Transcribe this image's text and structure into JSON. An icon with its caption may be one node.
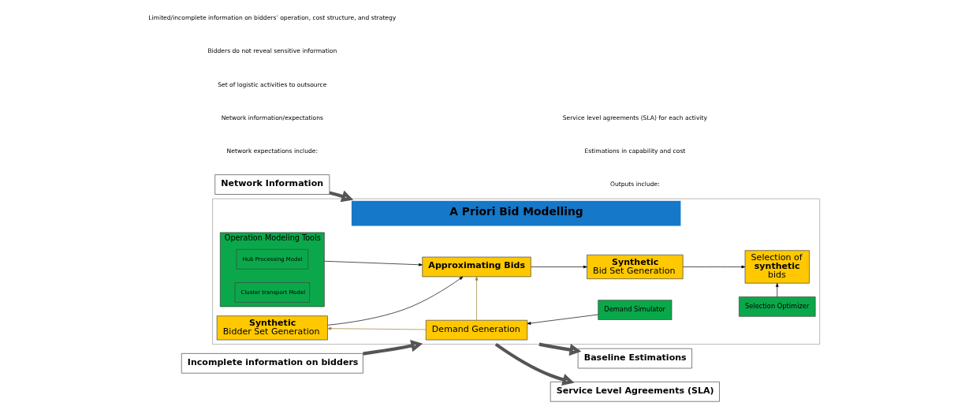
{
  "diagram": {
    "nodes": [
      {
        "text": [
          "Network Information"
        ]
      },
      {
        "text": [
          "Incomplete information on bidders"
        ]
      },
      {
        "text": [
          "A Priori Bid Modelling"
        ]
      },
      {
        "text": [
          "Demand Generation"
        ],
        "in": 2
      },
      {
        "text": [
          "Demand Simulator"
        ],
        "in": 2
      },
      {
        "text": [
          "**Synthetic** Bidder Set Generation"
        ],
        "in": 2
      },
      {
        "text": [
          "Approximating Bids"
        ],
        "in": 2
      },
      {
        "text": [
          "**Synthetic** Bid Set Generation"
        ],
        "in": 2
      },
      {
        "text": [
          "Selection of **synthetic** bids"
        ],
        "in": 2
      },
      {
        "text": [
          "Operation Modeling Tools"
        ],
        "in": 2
      },
      {
        "text": [
          "Hub Processing Model"
        ],
        "in": 9
      },
      {
        "text": [
          "Cluster transport Model"
        ],
        "in": 9
      },
      {
        "text": [
          "Selection Optimizer"
        ],
        "in": 2
      },
      {
        "text": [
          "Baseline Estimations"
        ]
      },
      {
        "text": [
          "Service Level Agreements (SLA)"
        ]
      }
    ],
    "edges": [
      {
        "from": 0,
        "to": 2,
        "arrow": "to",
        "style": "thick"
      },
      {
        "from": 1,
        "to": 2,
        "arrow": "to",
        "style": "thick"
      },
      {
        "from": 4,
        "to": 3,
        "arrow": "to"
      },
      {
        "from": 3,
        "to": 5,
        "arrow": "to",
        "color": "#9c7a2e"
      },
      {
        "from": 3,
        "to": 6,
        "arrow": "to",
        "color": "#9c7a2e"
      },
      {
        "from": 5,
        "to": 6,
        "arrow": "to"
      },
      {
        "from": 6,
        "to": 7,
        "arrow": "to"
      },
      {
        "from": 7,
        "to": 8,
        "arrow": "to"
      },
      {
        "from": 9,
        "to": 6,
        "arrow": "to"
      },
      {
        "from": 12,
        "to": 8,
        "arrow": "to"
      },
      {
        "from": 2,
        "to": 13,
        "arrow": "to",
        "style": "thick"
      },
      {
        "from": 2,
        "to": 14,
        "arrow": "to",
        "style": "thick"
      }
    ],
    "labels": [
      "Network expectations include:",
      "Network information/expectations",
      "Set of logistic activities to outsource",
      "Bidders do not reveal sensitive information",
      "Limited/incomplete information on bidders’ operation, cost structure, and strategy",
      "Outputs include:",
      "Estimations in capability and cost",
      "Service level agreements (SLA) for each activity"
    ]
  }
}
